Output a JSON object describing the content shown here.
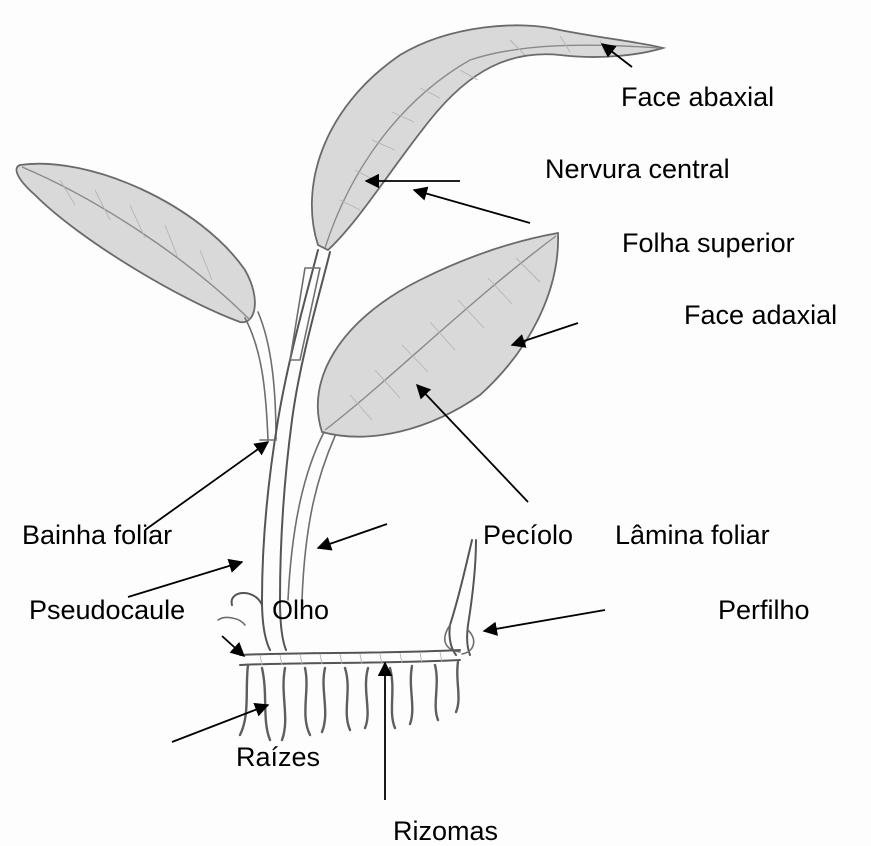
{
  "diagram": {
    "labels": {
      "face_abaxial": "Face abaxial",
      "nervura_central": "Nervura central",
      "folha_superior": "Folha superior",
      "face_adaxial": "Face adaxial",
      "bainha_foliar": "Bainha foliar",
      "peciolo": "Pecíolo",
      "lamina_foliar": "Lâmina foliar",
      "pseudocaule": "Pseudocaule",
      "olho": "Olho",
      "perfilho": "Perfilho",
      "raizes": "Raízes",
      "rizomas": "Rizomas"
    },
    "colors": {
      "ink": "#000000",
      "pencil": "#6e6e6e",
      "leaf_shade": "#d9d9d9",
      "paper": "#fdfdfd"
    }
  }
}
